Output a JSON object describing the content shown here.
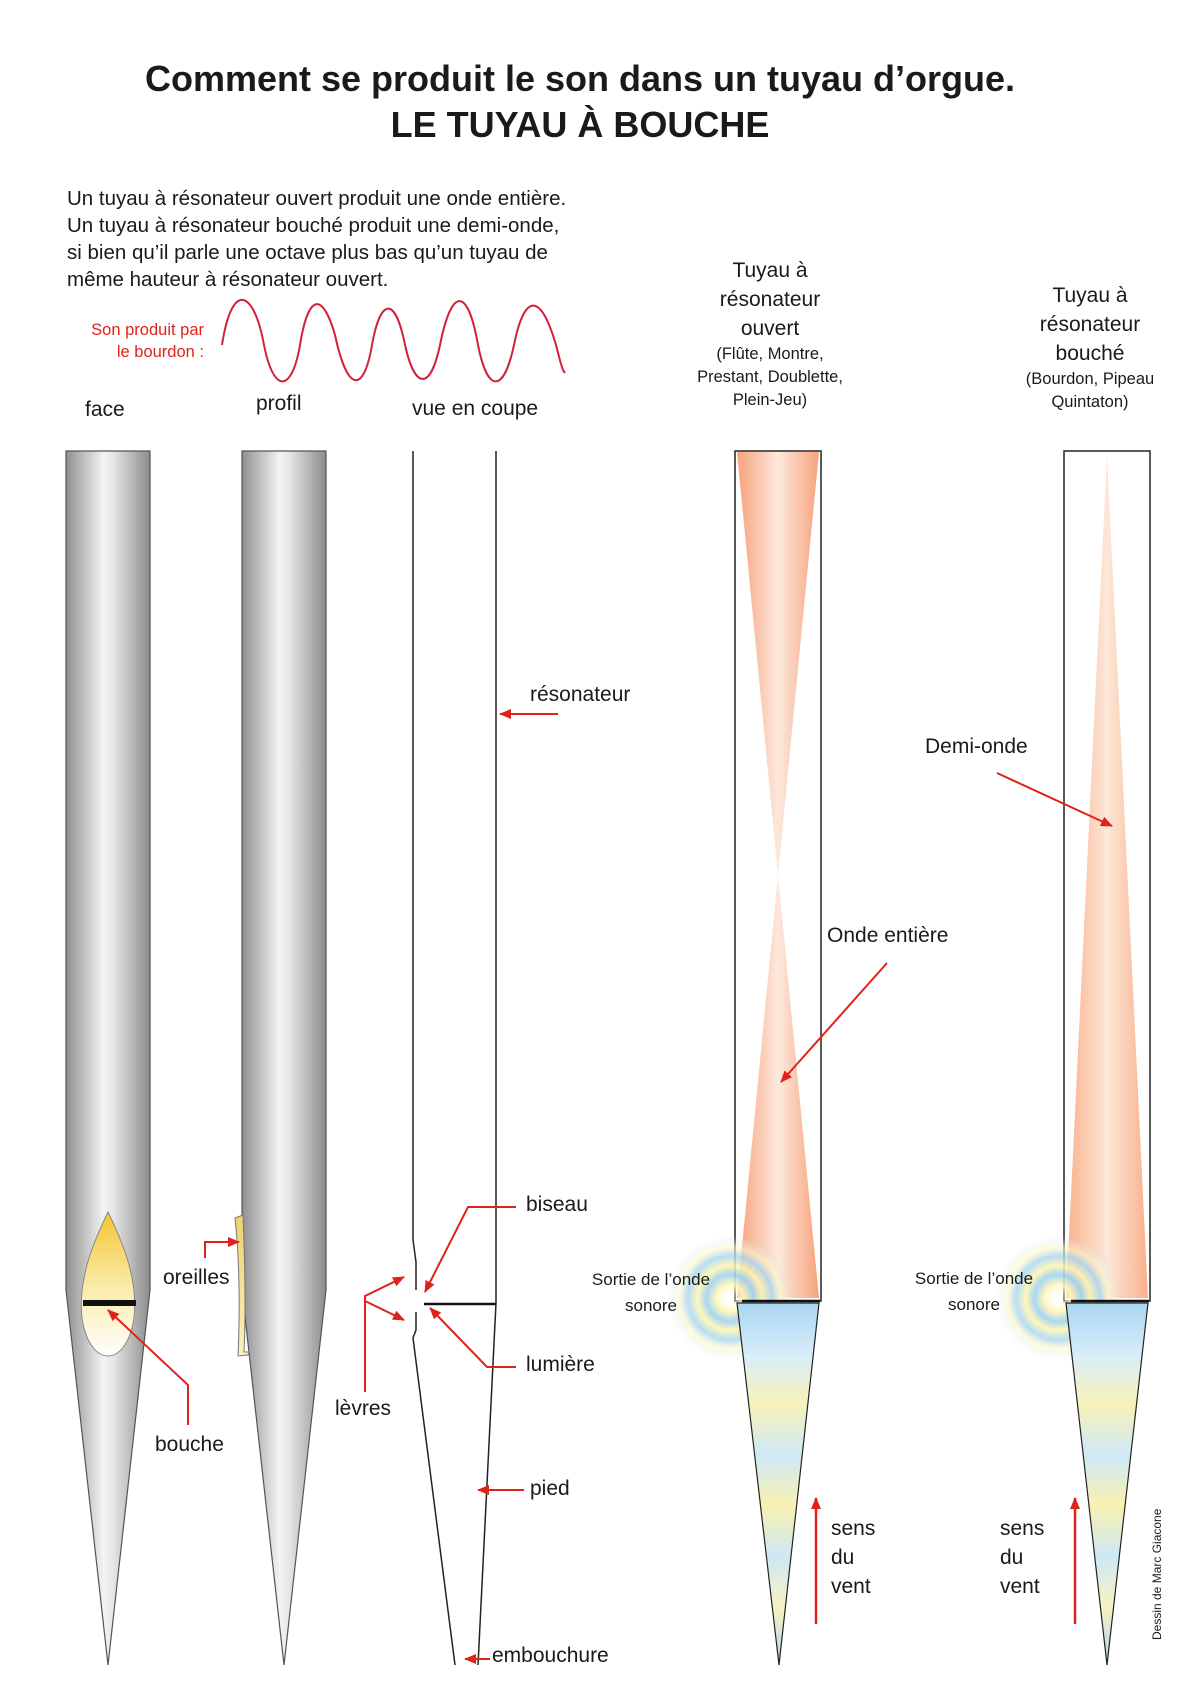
{
  "title": {
    "line1": "Comment se produit le son dans un tuyau d’orgue.",
    "line2": "LE TUYAU À BOUCHE"
  },
  "intro": {
    "lines": [
      "Un tuyau à résonateur ouvert produit une onde entière.",
      "Un tuyau à résonateur bouché produit une demi-onde,",
      "si bien qu’il parle une octave plus bas qu’un tuyau de",
      "même hauteur à résonateur ouvert."
    ]
  },
  "bourdon_label": {
    "line1": "Son produit par",
    "line2": "le bourdon :"
  },
  "views": {
    "face": "face",
    "profil": "profil",
    "coupe": "vue en coupe"
  },
  "open_pipe": {
    "header": [
      "Tuyau à",
      "résonateur",
      "ouvert"
    ],
    "examples": [
      "(Flûte, Montre,",
      "Prestant, Doublette,",
      "Plein-Jeu)"
    ],
    "wave_label": "Onde entière",
    "exit_label": [
      "Sortie de l’onde",
      "sonore"
    ],
    "wind_label": [
      "sens",
      "du",
      "vent"
    ]
  },
  "stopped_pipe": {
    "header": [
      "Tuyau à",
      "résonateur",
      "bouché"
    ],
    "examples": [
      "(Bourdon, Pipeau",
      "Quintaton)"
    ],
    "wave_label": "Demi-onde",
    "exit_label": [
      "Sortie de l’onde",
      "sonore"
    ],
    "wind_label": [
      "sens",
      "du",
      "vent"
    ]
  },
  "parts": {
    "resonateur": "résonateur",
    "biseau": "biseau",
    "lumiere": "lumière",
    "levres": "lèvres",
    "pied": "pied",
    "embouchure": "embouchure",
    "oreilles": "oreilles",
    "bouche": "bouche"
  },
  "credit": "Dessin de Marc Giacone",
  "colors": {
    "arrow": "#e0231a",
    "wave": "#d0223a",
    "metal_dark": "#9a9a9a",
    "metal_light": "#f2f2f2",
    "air_wave": "#f7a27c"
  }
}
